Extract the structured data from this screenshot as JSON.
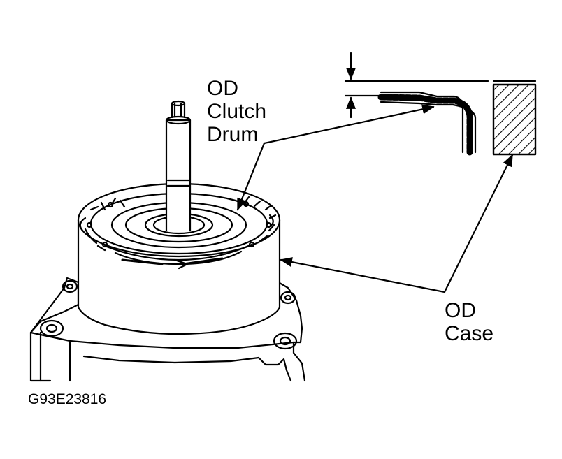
{
  "labels": {
    "clutch_drum": [
      "OD",
      "Clutch",
      "Drum"
    ],
    "od_case": [
      "OD",
      "Case"
    ],
    "figure_id": "G93E23816"
  },
  "colors": {
    "ink": "#000000",
    "paper": "#ffffff"
  }
}
